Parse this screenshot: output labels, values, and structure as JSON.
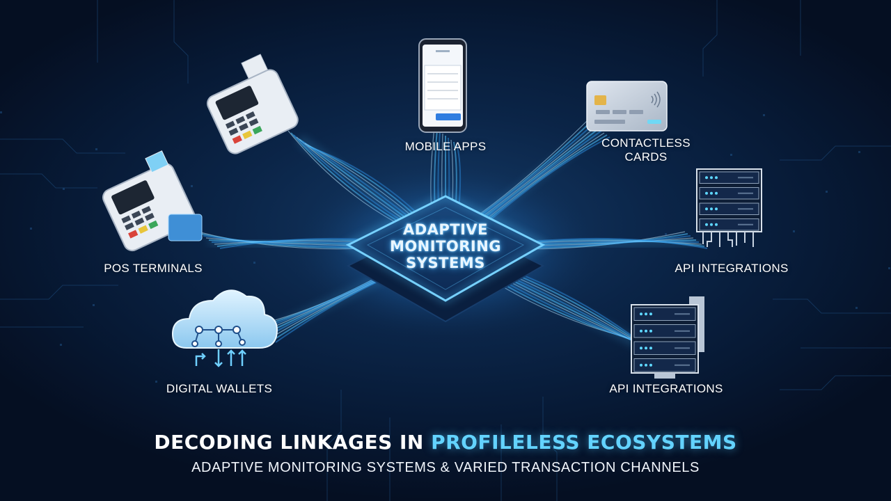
{
  "hub": {
    "line1": "ADAPTIVE",
    "line2": "MONITORING",
    "line3": "SYSTEMS"
  },
  "nodes": {
    "mobile_apps": "MOBILE APPS",
    "contactless_cards_line1": "CONTACTLESS",
    "contactless_cards_line2": "CARDS",
    "pos_terminals": "POS TERMINALS",
    "api_integrations_top": "API INTEGRATIONS",
    "api_integrations_bottom": "API INTEGRATIONS",
    "digital_wallets": "DIGITAL WALLETS"
  },
  "title": {
    "part1": "DECODING LINKAGES IN ",
    "part2": "PROFILELESS ECOSYSTEMS"
  },
  "subtitle": "ADAPTIVE MONITORING SYSTEMS & VARIED TRANSACTION CHANNELS",
  "colors": {
    "accent": "#63d3ff",
    "background": "#071a36",
    "glow": "#3fb0ff"
  }
}
